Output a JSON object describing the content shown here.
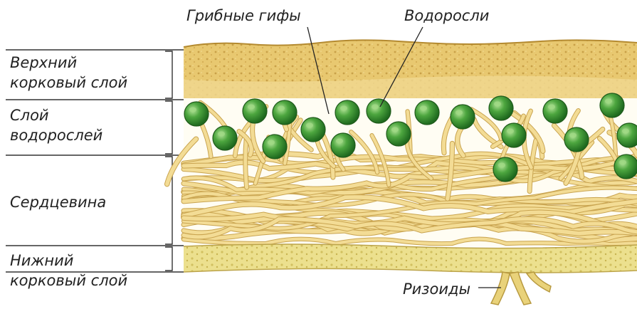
{
  "labels": {
    "upper_cortex": [
      "Верхний",
      "корковый слой"
    ],
    "algal_layer": [
      "Слой",
      "водорослей"
    ],
    "medulla": "Сердцевина",
    "lower_cortex": [
      "Нижний",
      "корковый слой"
    ],
    "hyphae": "Грибные гифы",
    "algae": "Водоросли",
    "rhizoids": "Ризоиды"
  },
  "colors": {
    "cortex": "#e6c66a",
    "cortex_dark": "#c9a23f",
    "hypha": "#f3dc95",
    "hypha_edge": "#c9a450",
    "alga": "#3f9a34",
    "alga_light": "#9fd884",
    "lower_cortex": "#eadc86"
  }
}
